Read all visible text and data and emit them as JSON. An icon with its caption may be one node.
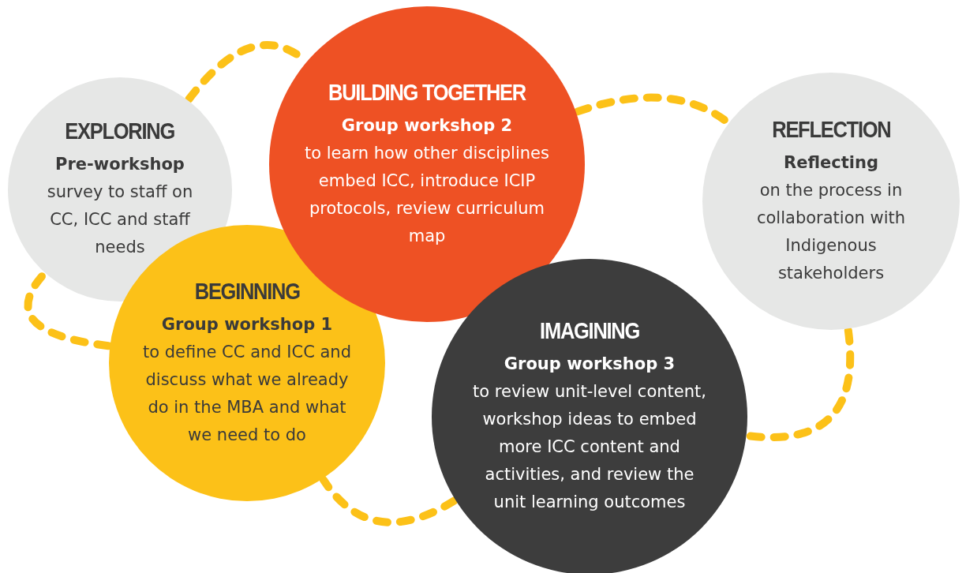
{
  "diagram": {
    "nodes": [
      {
        "text": [
          "EXPLORING",
          "**Pre-workshop** survey to staff on CC, ICC and staff needs"
        ]
      },
      {
        "text": [
          "BEGINNING",
          "**Group workshop 1** to define CC and ICC and discuss what we already do in the MBA and what we need to do"
        ]
      },
      {
        "text": [
          "BUILDING TOGETHER",
          "**Group workshop 2** to learn how other disciplines embed ICC, introduce ICIP protocols, review curriculum map"
        ]
      },
      {
        "text": [
          "IMAGINING",
          "**Group workshop 3** to review unit-level content, workshop ideas to embed more ICC content and activities, and review the unit learning outcomes"
        ]
      },
      {
        "text": [
          "REFLECTION",
          "**Reflecting** on the process in collaboration with Indigenous stakeholders"
        ]
      }
    ],
    "edges": [
      {
        "from": 0,
        "to": 2,
        "arrow": "none",
        "style": "dashed"
      },
      {
        "from": 2,
        "to": 4,
        "arrow": "none",
        "style": "dashed"
      },
      {
        "from": 4,
        "to": 3,
        "arrow": "none",
        "style": "dashed"
      },
      {
        "from": 3,
        "to": 1,
        "arrow": "none",
        "style": "dashed"
      },
      {
        "from": 1,
        "to": 0,
        "arrow": "none",
        "style": "dashed"
      }
    ]
  }
}
